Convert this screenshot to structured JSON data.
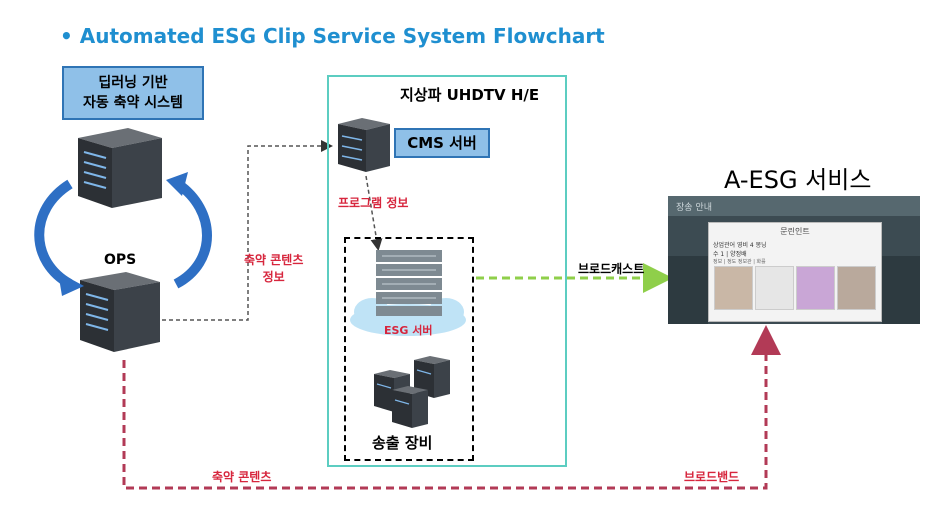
{
  "title": "• Automated ESG Clip Service System Flowchart",
  "deep_learning_box": {
    "line1": "딥러닝 기반",
    "line2": "자동 축약 시스템"
  },
  "ops_label": "OPS",
  "uhdtv_label": "지상파 UHDTV H/E",
  "cms_label": "CMS 서버",
  "program_info_label": "프로그램 정보",
  "esg_server_label": "ESG 서버",
  "transmission_label": "송출 장비",
  "summary_content_info": {
    "line1": "축약 콘텐츠",
    "line2": "정보"
  },
  "broadcast_label": "브로드캐스트",
  "summary_content_label": "축약 콘텐츠",
  "broadband_label": "브로드밴드",
  "aesg_title": "A-ESG 서비스",
  "tv_screen": {
    "tab_label": "장송 안내",
    "popup_header": "문린인트",
    "line1": "상업관어 영비 4 몽닝",
    "line2": "수 1 | 양정배",
    "line3": "정보 | 정도 정보관 | 화를"
  },
  "colors": {
    "title": "#1f8fd0",
    "box_fill": "#8fc0e8",
    "box_border": "#2f74b5",
    "uhd_border": "#5ccdc1",
    "red_label": "#d7263d",
    "broadcast_arrow": "#8fcf4a",
    "broadband_arrow": "#b23a56",
    "cycle_arrow": "#2e6fc4"
  }
}
